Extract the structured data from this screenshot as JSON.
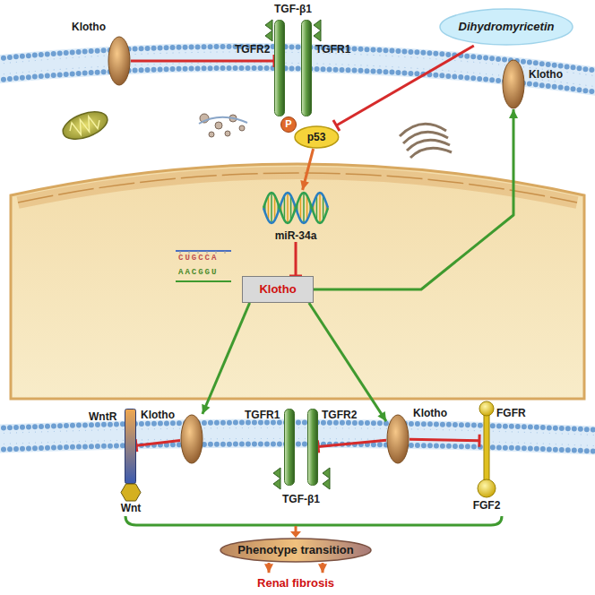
{
  "diagram": {
    "nodes": [
      {
        "text": [
          "Dihydromyricetin"
        ]
      },
      {
        "text": [
          "Klotho"
        ]
      },
      {
        "text": [
          "TGFR2"
        ]
      },
      {
        "text": [
          "TGFR1"
        ]
      },
      {
        "text": [
          "Klotho"
        ]
      },
      {
        "text": [
          "P"
        ]
      },
      {
        "text": [
          "p53"
        ]
      },
      {
        "text": [
          "miR-34a"
        ]
      },
      {
        "text": [
          "Klotho"
        ]
      },
      {
        "text": [
          "WntR"
        ]
      },
      {
        "text": [
          "Wnt"
        ]
      },
      {
        "text": [
          "Klotho"
        ]
      },
      {
        "text": [
          "TGFR1"
        ]
      },
      {
        "text": [
          "TGFR2"
        ]
      },
      {
        "text": [
          "Klotho"
        ]
      },
      {
        "text": [
          "FGFR"
        ]
      },
      {
        "text": [
          "FGF2"
        ]
      },
      {
        "text": [
          "Phenotype transition"
        ]
      },
      {
        "text": [
          "Renal fibrosis"
        ]
      }
    ],
    "edges": [
      {
        "from": 1,
        "to": 2,
        "arrow": "to"
      },
      {
        "from": 0,
        "to": 6,
        "arrow": "to"
      },
      {
        "from": 6,
        "to": 7,
        "arrow": "to"
      },
      {
        "from": 7,
        "to": 8,
        "arrow": "to"
      },
      {
        "from": 8,
        "to": 4,
        "arrow": "to"
      },
      {
        "from": 8,
        "to": 11,
        "arrow": "to"
      },
      {
        "from": 8,
        "to": 14,
        "arrow": "to"
      },
      {
        "from": 11,
        "to": 9,
        "arrow": "to"
      },
      {
        "from": 14,
        "to": 13,
        "arrow": "to"
      },
      {
        "from": 14,
        "to": 15,
        "arrow": "to"
      },
      {
        "from": 17,
        "to": 18,
        "arrow": "to"
      },
      {
        "from": 17,
        "to": 18,
        "arrow": "to"
      }
    ],
    "labels": [
      "TGF-β1",
      "CUGCCA",
      "AACGGU",
      "TGF-β1"
    ]
  }
}
